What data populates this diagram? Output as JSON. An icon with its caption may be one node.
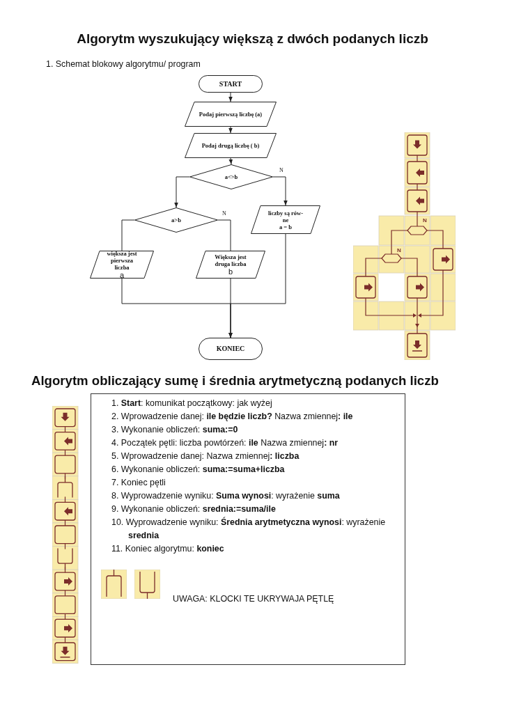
{
  "diagram": {
    "title": "Algorytm wyszukujący większą z dwóch podanych liczb",
    "nodes": [
      {
        "text": [
          "START"
        ]
      },
      {
        "text": [
          "Podaj pierwszą liczbę (a)"
        ]
      },
      {
        "text": [
          "Podaj drugą liczbę ( b)"
        ]
      },
      {
        "text": [
          "a<>b"
        ]
      },
      {
        "text": [
          "a>b"
        ]
      },
      {
        "text": [
          "liczby są rów- ne",
          "a = b"
        ]
      },
      {
        "text": [
          "większa jest pierwsza liczba",
          "a"
        ]
      },
      {
        "text": [
          "Większa jest druga liczba",
          "b"
        ]
      },
      {
        "text": [
          "KONIEC"
        ]
      }
    ],
    "edges": [
      {
        "from": 0,
        "to": 1,
        "arrow": "to"
      },
      {
        "from": 1,
        "to": 2,
        "arrow": "to"
      },
      {
        "from": 2,
        "to": 3,
        "arrow": "to"
      },
      {
        "from": 3,
        "to": 4,
        "arrow": "to"
      },
      {
        "from": 3,
        "to": 5,
        "arrow": "to",
        "label": "N"
      },
      {
        "from": 4,
        "to": 6,
        "arrow": "none"
      },
      {
        "from": 4,
        "to": 7,
        "arrow": "none",
        "label": "N"
      },
      {
        "from": 6,
        "to": 8,
        "arrow": "to"
      },
      {
        "from": 7,
        "to": 8,
        "arrow": "to"
      },
      {
        "from": 5,
        "to": 8,
        "arrow": "to"
      }
    ],
    "labels": [
      "1. Schemat blokowy algorytmu/ program",
      "N",
      "N",
      "Algorytm obliczający sumę i średnia arytmetyczną podanych liczb",
      "1. **Start**: komunikat początkowy: jak wyżej",
      "2. Wprowadzenie danej: **ile będzie liczb?** Nazwa zmiennej**: ile**",
      "3. Wykonanie obliczeń: **suma:=0**",
      "4. Początek pętli: liczba powtórzeń: **ile** Nazwa zmiennej**: nr**",
      "5. Wprowadzenie danej: Nazwa zmiennej**: liczba**",
      "6. Wykonanie obliczeń: **suma:=suma+liczba**",
      "7. Koniec pętli",
      "8. Wyprowadzenie wyniku: **Suma wynosi**: wyrażenie **suma**",
      "9. Wykonanie obliczeń: **srednia:=suma/ile**",
      "10. Wyprowadzenie wyniku: **Średnia arytmetyczna wynosi**: wyrażenie **srednia**",
      "11. Koniec algorytmu: **koniec**",
      "UWAGA: KLOCKI TE UKRYWAJA PĘTLĘ"
    ]
  }
}
